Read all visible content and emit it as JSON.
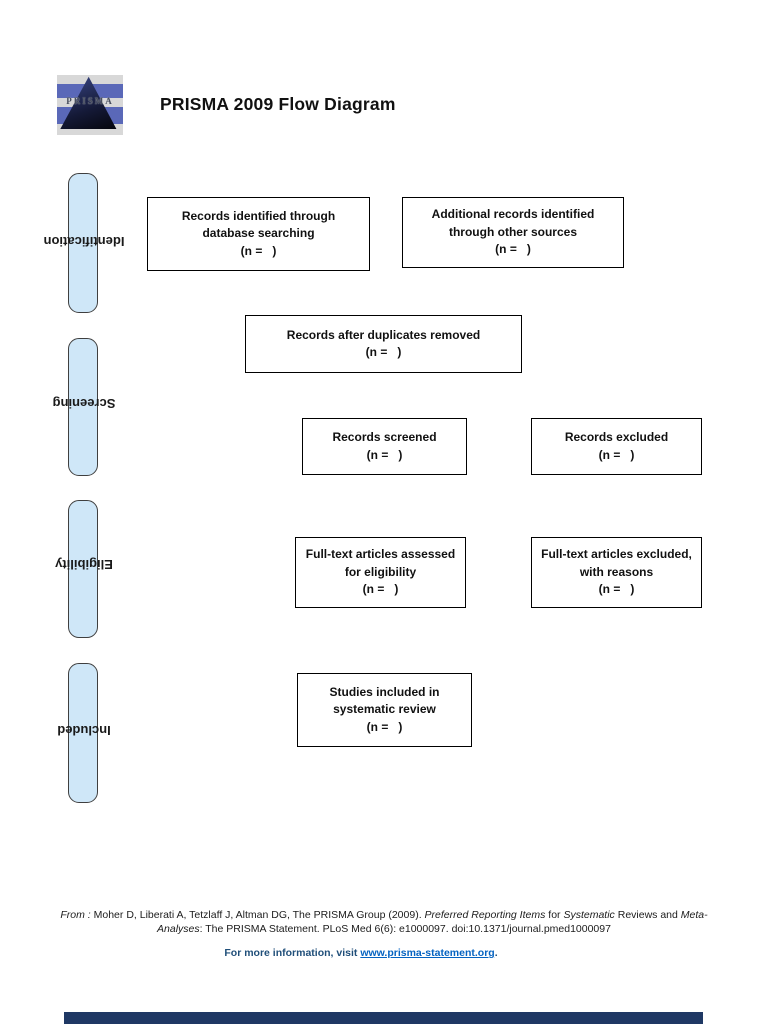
{
  "header": {
    "title": "PRISMA 2009 Flow Diagram",
    "logo_text": "PRISMA"
  },
  "stages": [
    {
      "label": "Identification"
    },
    {
      "label": "Screening"
    },
    {
      "label": "Eligibility"
    },
    {
      "label": "Included"
    }
  ],
  "flow_boxes": {
    "records_identified": {
      "lines": [
        "Records identified through",
        "database searching",
        "(n =   )"
      ]
    },
    "additional_records": {
      "lines": [
        "Additional records identified",
        "through other sources",
        "(n =   )"
      ]
    },
    "duplicates_removed": {
      "lines": [
        "Records after duplicates removed",
        "(n =   )"
      ]
    },
    "records_screened": {
      "lines": [
        "Records screened",
        "(n =   )"
      ]
    },
    "records_excluded": {
      "lines": [
        "Records excluded",
        "(n =   )"
      ]
    },
    "fulltext_assessed": {
      "lines": [
        "Full-text articles assessed",
        "for eligibility",
        "(n =   )"
      ]
    },
    "fulltext_excluded": {
      "lines": [
        "Full-text articles excluded,",
        "with reasons",
        "(n =   )"
      ]
    },
    "studies_included": {
      "lines": [
        "Studies included in",
        "systematic review",
        "(n =   )"
      ]
    }
  },
  "footer": {
    "citation_line1": [
      {
        "text": "From :",
        "italic": true
      },
      {
        "text": "  Moher D, Liberati A, Tetzlaff J, Altman DG, The PRISMA Group (2009). ",
        "italic": false
      },
      {
        "text": "Preferred Reporting Items",
        "italic": true
      },
      {
        "text": " for ",
        "italic": false
      },
      {
        "text": "Systematic",
        "italic": true
      },
      {
        "text": " Reviews and ",
        "italic": false
      },
      {
        "text": "Meta-",
        "italic": true
      }
    ],
    "citation_line2": [
      {
        "text": "Analyses",
        "italic": true
      },
      {
        "text": ": The PRISMA Statement. PLoS Med 6(6): e1000097. doi:10.1371/journal.pmed1000097",
        "italic": false
      }
    ],
    "info_prefix": "For more information, visit ",
    "info_link": "www.prisma-statement.org",
    "info_suffix": "."
  },
  "colors": {
    "stage_fill": "#cfe7f8",
    "page_edge": "#1f3864",
    "info_text": "#1f4e79",
    "link": "#0563c1"
  }
}
